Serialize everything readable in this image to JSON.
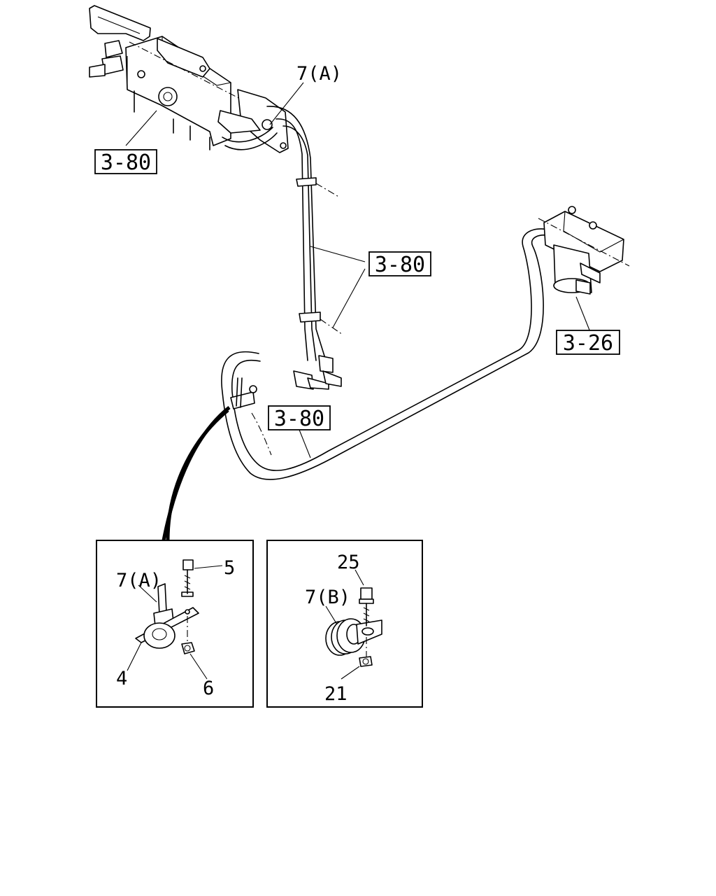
{
  "references": {
    "upper_left": "3-80",
    "middle": "3-80",
    "lower": "3-80",
    "right": "3-26"
  },
  "callouts": {
    "top_clip": "7(A)",
    "detail_a": {
      "clip": "7(A)",
      "bolt": "5",
      "bracket": "4",
      "nut": "6"
    },
    "detail_b": {
      "bolt": "25",
      "clip": "7(B)",
      "nut": "21"
    }
  }
}
